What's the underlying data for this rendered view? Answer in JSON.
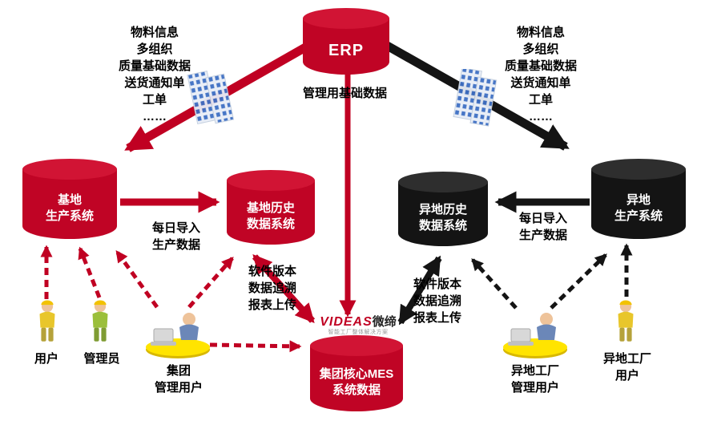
{
  "erp": {
    "label": "ERP"
  },
  "feed_left": [
    "物料信息",
    "多组织",
    "质量基础数据",
    "送货通知单",
    "工单",
    "……"
  ],
  "feed_right": [
    "物料信息",
    "多组织",
    "质量基础数据",
    "送货通知单",
    "工单",
    "……"
  ],
  "erp_down_label": "管理用基础数据",
  "cylinders": {
    "base_production": [
      "基地",
      "生产系统"
    ],
    "base_history": [
      "基地历史",
      "数据系统"
    ],
    "remote_history": [
      "异地历史",
      "数据系统"
    ],
    "remote_production": [
      "异地",
      "生产系统"
    ],
    "mes_core": [
      "集团核心MES",
      "系统数据"
    ]
  },
  "daily_left": [
    "每日导入",
    "生产数据"
  ],
  "daily_right": [
    "每日导入",
    "生产数据"
  ],
  "sync_left": [
    "软件版本",
    "数据追溯",
    "报表上传"
  ],
  "sync_right": [
    "软件版本",
    "数据追溯",
    "报表上传"
  ],
  "actors": {
    "user": [
      "用户"
    ],
    "admin": [
      "管理员"
    ],
    "group_admin": [
      "集团",
      "管理用户"
    ],
    "remote_admin": [
      "异地工厂",
      "管理用户"
    ],
    "remote_user": [
      "异地工厂",
      "用户"
    ]
  },
  "logo": {
    "brand": "VIDEAS",
    "brand_cn": "微缔",
    "tagline": "智能工厂整体解决方案"
  },
  "colors": {
    "primary_red": "#c00022",
    "primary_black": "#141414",
    "disc_yellow": "#ffe400",
    "window_blue": "#3e6fc4"
  }
}
